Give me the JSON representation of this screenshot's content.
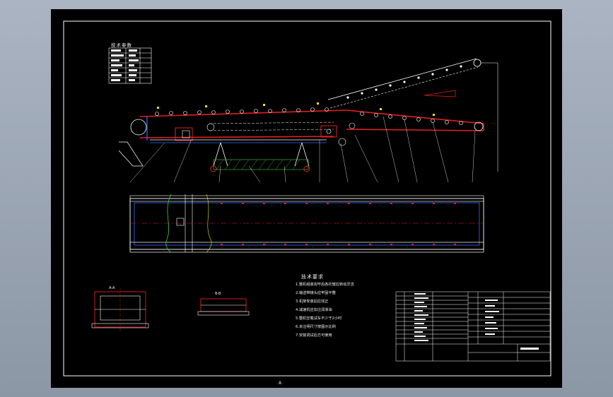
{
  "drawing": {
    "params_table_title": "技术参数",
    "notes_title": "技术要求",
    "notes": [
      "1.整机组装完毕后各托辊应转动灵活",
      "2.输送带接头应牢固平整",
      "3.机架安装后应找正",
      "4.减速机应加注润滑油",
      "5.整机空载试车不少于2小时",
      "6.未注明尺寸按图示比例",
      "7.安装调试后方可使用"
    ],
    "section_left_label": "A-A",
    "section_mid_label": "B-B",
    "footer_mark": "A"
  },
  "colors": {
    "frame": "#ffffff",
    "belt": "#e02020",
    "structure": "#f4f4f4",
    "support": "#3a6cff",
    "foundation": "#40d040",
    "accent": "#e8e800",
    "annotation": "#ff3030"
  }
}
